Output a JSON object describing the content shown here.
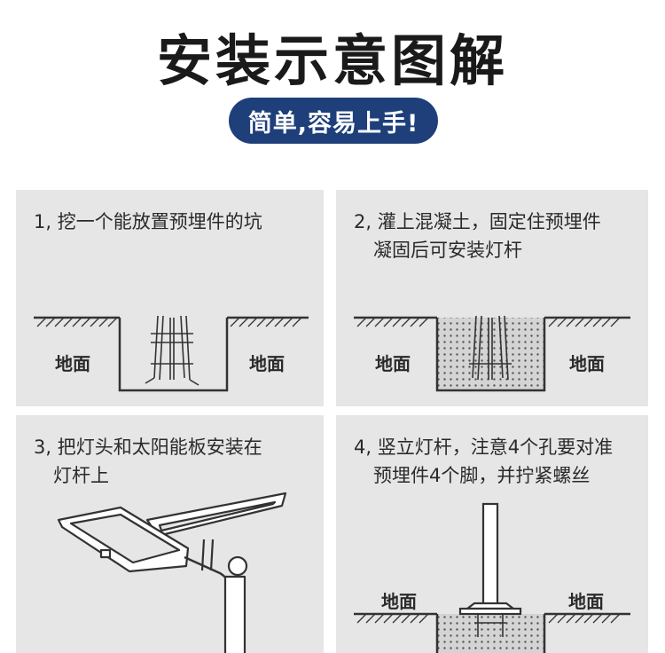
{
  "header": {
    "title": "安装示意图解",
    "subtitle": "简单,容易上手!"
  },
  "steps": [
    {
      "line1": "1, 挖一个能放置预埋件的坑",
      "line2": "",
      "ground_left": "地面",
      "ground_right": "地面"
    },
    {
      "line1": "2, 灌上混凝土，固定住预埋件",
      "line2": "凝固后可安装灯杆",
      "ground_left": "地面",
      "ground_right": "地面"
    },
    {
      "line1": "3, 把灯头和太阳能板安装在",
      "line2": "灯杆上",
      "ground_left": "",
      "ground_right": ""
    },
    {
      "line1": "4, 竖立灯杆，注意4个孔要对准",
      "line2": "预埋件4个脚，并拧紧螺丝",
      "ground_left": "地面",
      "ground_right": "地面"
    }
  ],
  "colors": {
    "accent": "#1f3f7a",
    "panel": "#e6e6e6",
    "ink": "#2a2a2a"
  }
}
